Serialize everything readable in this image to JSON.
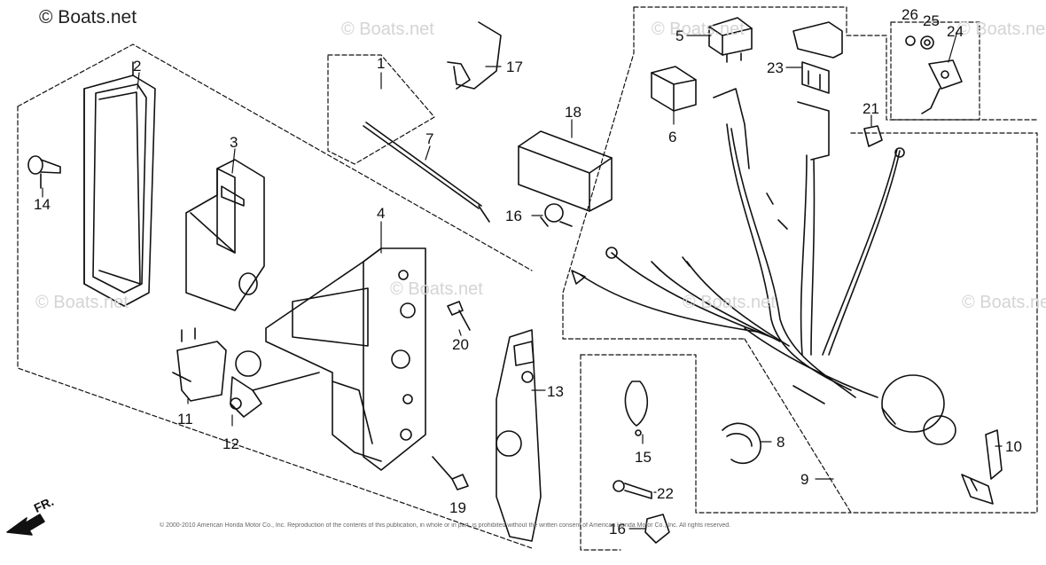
{
  "watermark": {
    "site_top": "© Boats.net",
    "repeat": "© Boats.net"
  },
  "orientation": {
    "front_label": "FR."
  },
  "copyright_line": "© 2000-2010 American Honda Motor Co., Inc. Reproduction of the contents of this publication, in whole or in part, is prohibited without the written consent of American Honda Motor Co., Inc. All rights reserved.",
  "callouts": {
    "c1": "1",
    "c2": "2",
    "c3": "3",
    "c4": "4",
    "c5": "5",
    "c6": "6",
    "c7": "7",
    "c8": "8",
    "c9": "9",
    "c10": "10",
    "c11": "11",
    "c12": "12",
    "c13": "13",
    "c14": "14",
    "c15": "15",
    "c16a": "16",
    "c16b": "16",
    "c17": "17",
    "c18": "18",
    "c19": "19",
    "c20": "20",
    "c21": "21",
    "c22": "22",
    "c23": "23",
    "c24": "24",
    "c25": "25",
    "c26": "26"
  },
  "colors": {
    "line": "#111111",
    "watermark": "#d4d4d4"
  }
}
